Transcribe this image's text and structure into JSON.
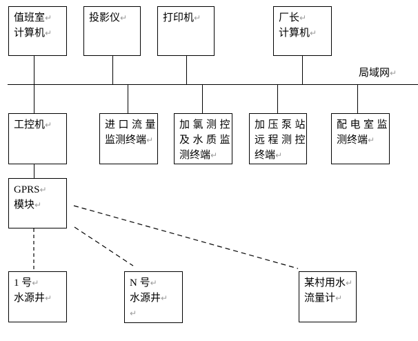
{
  "diagram": {
    "title": "water-plant monitoring network diagram",
    "lan_label": {
      "text": "局域网",
      "mark": "↵"
    },
    "boxes": [
      {
        "id": "duty-room-computer",
        "lines": [
          {
            "text": "值班室",
            "mark": "↵"
          },
          {
            "text": "计算机",
            "mark": "↵"
          }
        ]
      },
      {
        "id": "projector",
        "lines": [
          {
            "text": "投影仪",
            "mark": "↵"
          }
        ]
      },
      {
        "id": "printer",
        "lines": [
          {
            "text": "打印机",
            "mark": "↵"
          }
        ]
      },
      {
        "id": "director-computer",
        "lines": [
          {
            "text": "厂长",
            "mark": "↵"
          },
          {
            "text": "计算机",
            "mark": "↵"
          }
        ]
      },
      {
        "id": "industrial-pc",
        "lines": [
          {
            "text": "工控机",
            "mark": "↵"
          }
        ]
      },
      {
        "id": "inlet-flow-terminal",
        "lines": [
          {
            "text": "进口流量",
            "mark": ""
          },
          {
            "text": "监测终端",
            "mark": "↵"
          }
        ]
      },
      {
        "id": "chlorination-terminal",
        "lines": [
          {
            "text": "加氯测控",
            "mark": ""
          },
          {
            "text": "及水质监",
            "mark": ""
          },
          {
            "text": "测终端",
            "mark": "↵"
          }
        ]
      },
      {
        "id": "pump-station-terminal",
        "lines": [
          {
            "text": "加压泵站",
            "mark": ""
          },
          {
            "text": "远程测控",
            "mark": ""
          },
          {
            "text": "终端",
            "mark": "↵"
          }
        ]
      },
      {
        "id": "power-room-terminal",
        "lines": [
          {
            "text": "配电室监",
            "mark": ""
          },
          {
            "text": "测终端",
            "mark": "↵"
          }
        ]
      },
      {
        "id": "gprs-module",
        "lines": [
          {
            "text": "GPRS",
            "mark": "↵"
          },
          {
            "text": "模块",
            "mark": "↵"
          }
        ]
      },
      {
        "id": "well-1",
        "lines": [
          {
            "text": "1 号",
            "mark": "↵"
          },
          {
            "text": "水源井",
            "mark": "↵"
          }
        ]
      },
      {
        "id": "well-n",
        "lines": [
          {
            "text": "N 号",
            "mark": "↵"
          },
          {
            "text": "水源井",
            "mark": "↵"
          },
          {
            "text": "",
            "mark": "↵"
          }
        ]
      },
      {
        "id": "village-flow-meter",
        "lines": [
          {
            "text": "某村用水",
            "mark": "↵"
          },
          {
            "text": "流量计",
            "mark": "↵"
          }
        ]
      }
    ],
    "edges": [
      {
        "from": "duty-room-computer",
        "to": "lan",
        "style": "solid"
      },
      {
        "from": "projector",
        "to": "lan",
        "style": "solid"
      },
      {
        "from": "printer",
        "to": "lan",
        "style": "solid"
      },
      {
        "from": "director-computer",
        "to": "lan",
        "style": "solid"
      },
      {
        "from": "lan",
        "to": "industrial-pc",
        "style": "solid"
      },
      {
        "from": "lan",
        "to": "inlet-flow-terminal",
        "style": "solid"
      },
      {
        "from": "lan",
        "to": "chlorination-terminal",
        "style": "solid"
      },
      {
        "from": "lan",
        "to": "pump-station-terminal",
        "style": "solid"
      },
      {
        "from": "lan",
        "to": "power-room-terminal",
        "style": "solid"
      },
      {
        "from": "industrial-pc",
        "to": "gprs-module",
        "style": "solid"
      },
      {
        "from": "gprs-module",
        "to": "well-1",
        "style": "dashed"
      },
      {
        "from": "gprs-module",
        "to": "well-n",
        "style": "dashed"
      },
      {
        "from": "gprs-module",
        "to": "village-flow-meter",
        "style": "dashed"
      }
    ],
    "colors": {
      "line": "#000000",
      "text": "#000000",
      "paragraph_mark": "#9a9a9a",
      "background": "#ffffff"
    }
  }
}
